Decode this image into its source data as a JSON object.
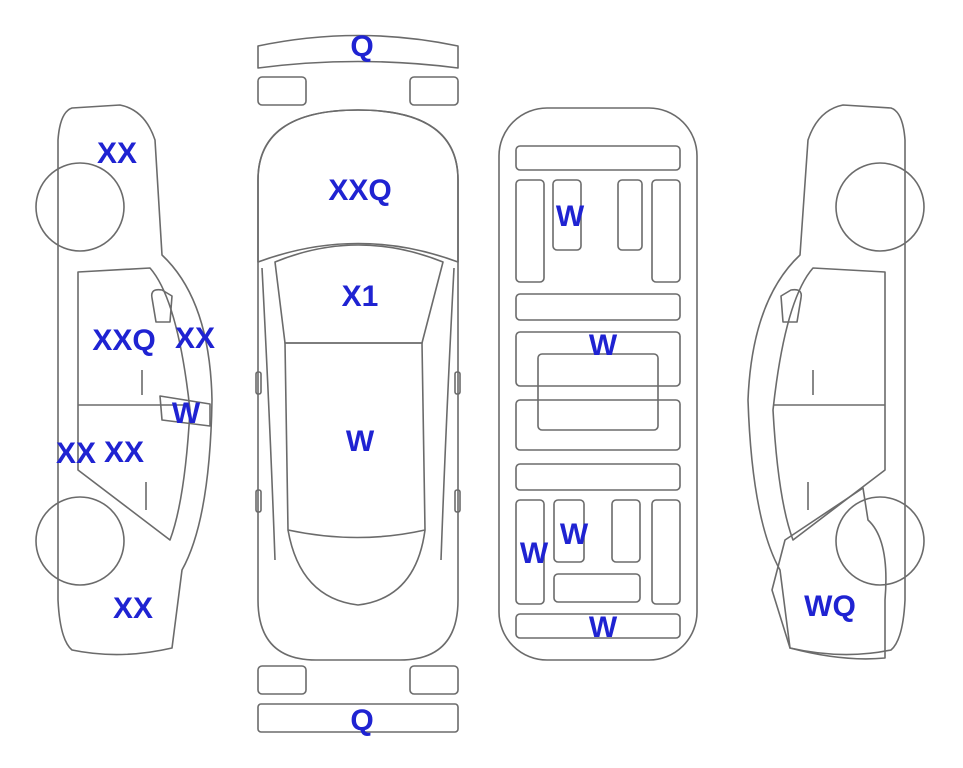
{
  "colors": {
    "damage_fill": "#f8a92a",
    "panel_fill": "#dff3fb",
    "label": "#1f23d2",
    "outline": "#6b6b6b",
    "background": "#ffffff"
  },
  "labels": {
    "front_bumper": "Q",
    "rear_bumper": "Q",
    "hood": "XXQ",
    "windshield": "X1",
    "roof": "W",
    "left_front_fender": "XX",
    "left_front_door": "XXQ",
    "left_a_pillar": "XX",
    "left_b_pillar": "W",
    "left_rear_door_front": "XX",
    "left_rear_door_rear": "XX",
    "left_rear_quarter": "XX",
    "floor_front_rail": "W",
    "floor_cross_member": "W",
    "floor_rear_small": "W",
    "floor_rear_rail": "W",
    "floor_rear_panel": "W",
    "right_rear_quarter": "WQ"
  }
}
